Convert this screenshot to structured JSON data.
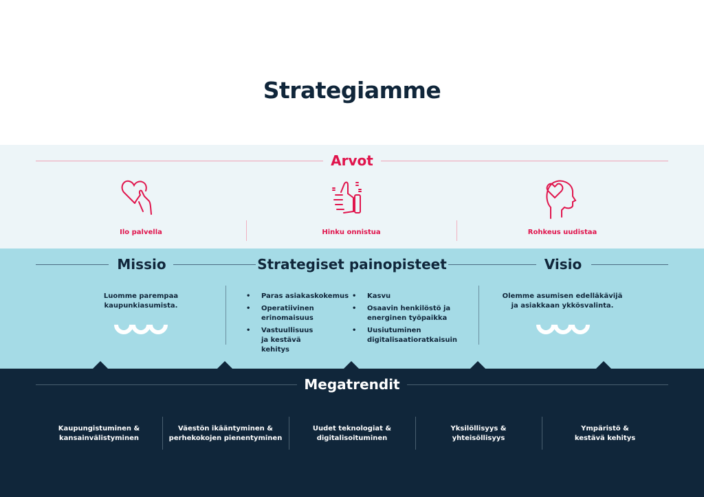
{
  "title": "Strategiamme",
  "values": {
    "heading": "Arvot",
    "items": [
      {
        "label": "Ilo palvella",
        "icon": "heart-in-hand-icon"
      },
      {
        "label": "Hinku onnistua",
        "icon": "thumbs-up-icon"
      },
      {
        "label": "Rohkeus uudistaa",
        "icon": "head-with-heart-icon"
      }
    ]
  },
  "mission": {
    "heading": "Missio",
    "text_line1": "Luomme parempaa",
    "text_line2": "kaupunkiasumista."
  },
  "priorities": {
    "heading": "Strategiset painopisteet",
    "col1": [
      "Paras asiakaskokemus",
      "Operatiivinen erinomaisuus",
      "Vastuullisuus ja kestävä kehitys"
    ],
    "col2": [
      "Kasvu",
      "Osaavin henkilöstö ja energinen työpaikka",
      "Uusiutuminen digitalisaatioratkaisuin"
    ]
  },
  "vision": {
    "heading": "Visio",
    "text_line1": "Olemme asumisen edelläkävijä",
    "text_line2": "ja asiakkaan ykkösvalinta."
  },
  "megatrends": {
    "heading": "Megatrendit",
    "items": [
      [
        "Kaupungistuminen &",
        "kansainvälistyminen"
      ],
      [
        "Väestön ikääntyminen &",
        "perhekokojen pienentyminen"
      ],
      [
        "Uudet teknologiat &",
        "digitalisoituminen"
      ],
      [
        "Yksilöllisyys &",
        "yhteisöllisyys"
      ],
      [
        "Ympäristö &",
        "kestävä kehitys"
      ]
    ]
  },
  "colors": {
    "accent": "#e0144c",
    "navy": "#10263a",
    "cyan": "#a5dbe6",
    "light": "#edf5f8"
  }
}
